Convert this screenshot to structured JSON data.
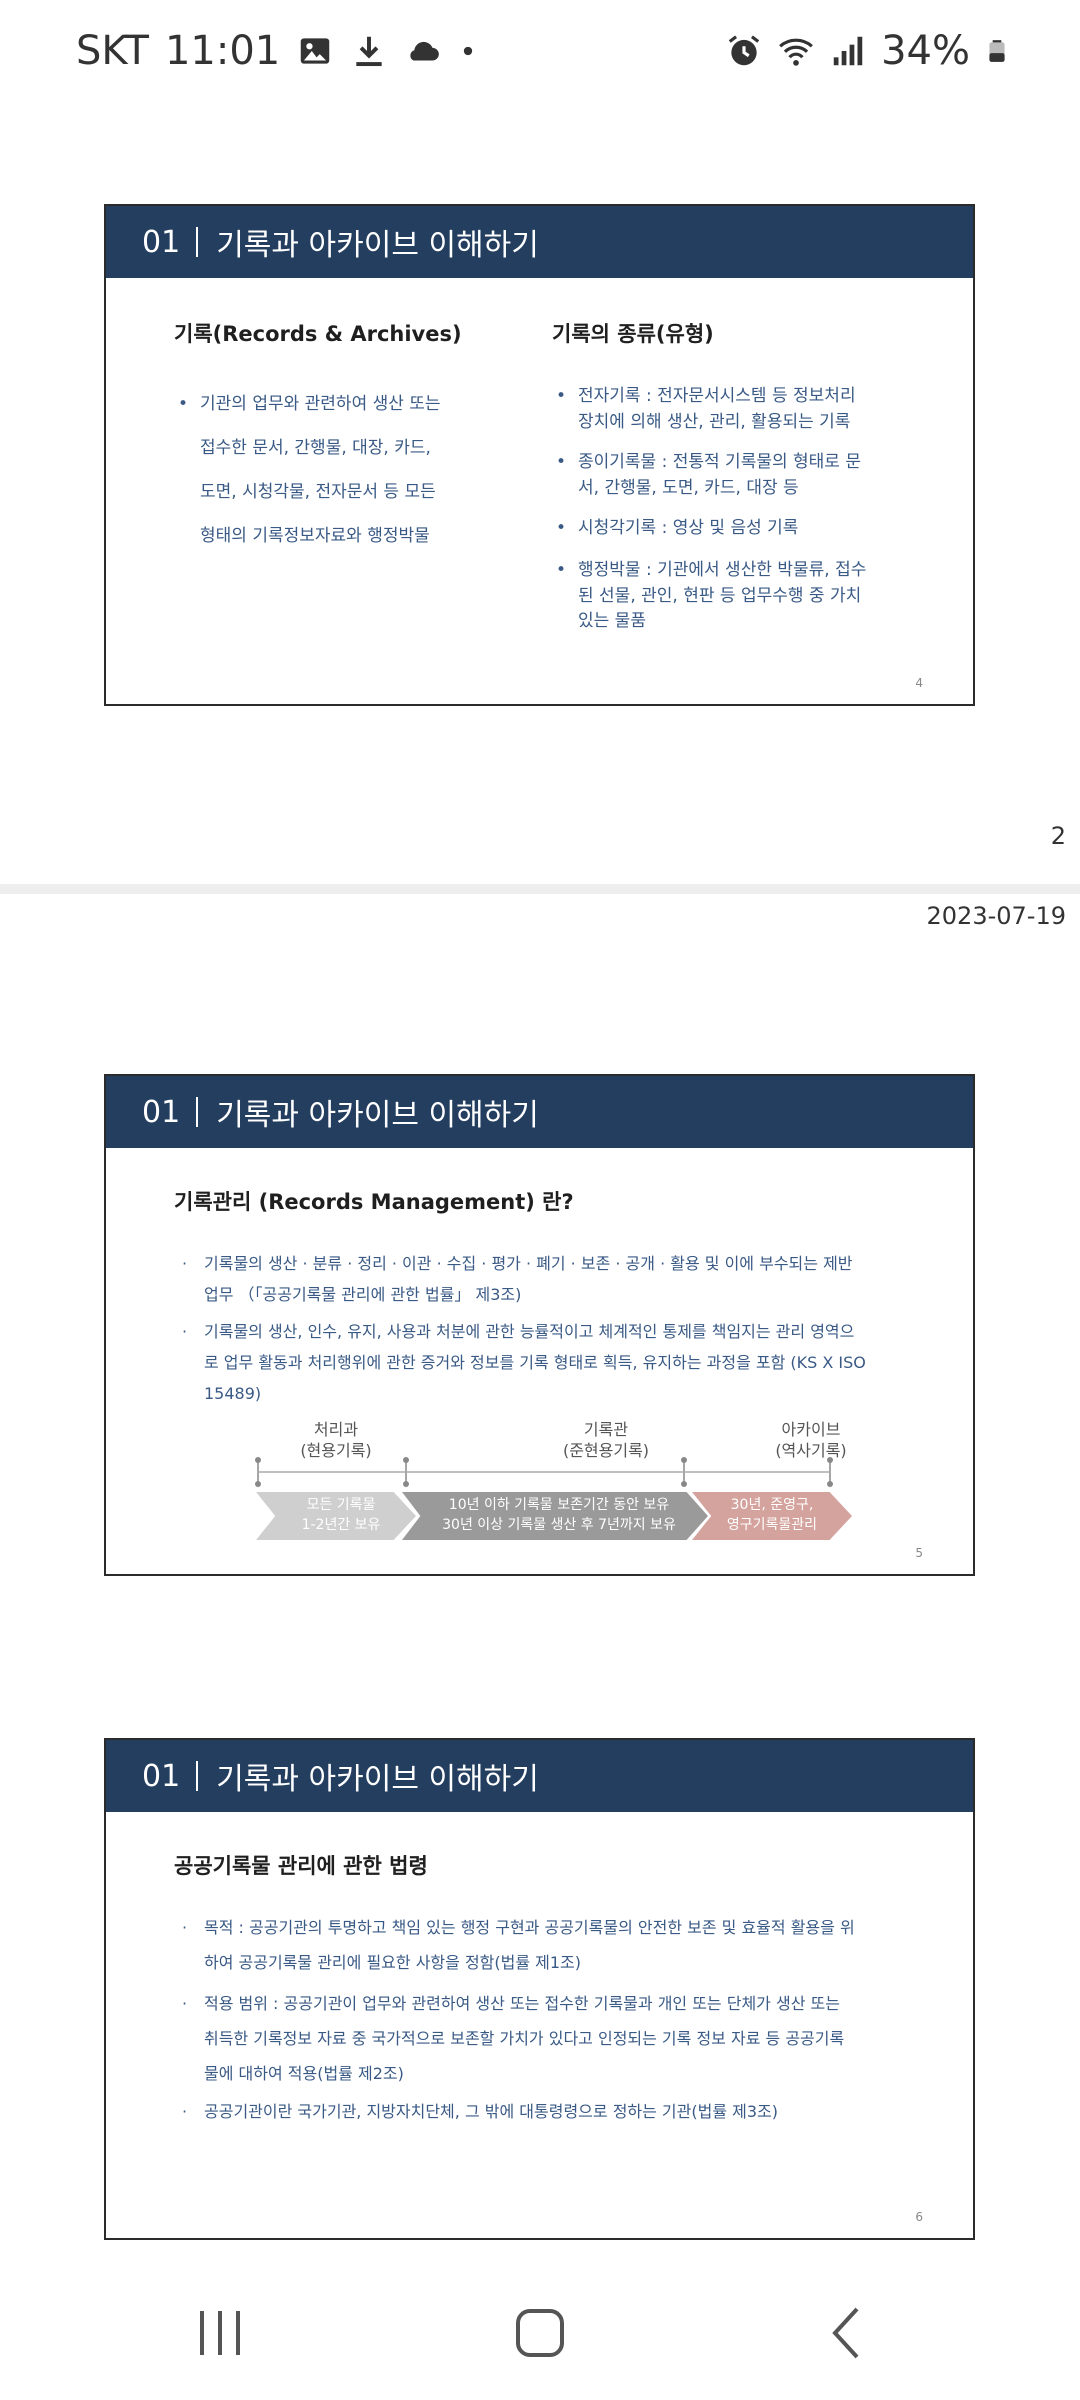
{
  "status_bar": {
    "carrier": "SKT",
    "time": "11:01",
    "battery": "34%",
    "icons_left": [
      "image-icon",
      "download-icon",
      "cloud-icon",
      "dot-icon"
    ],
    "icons_right": [
      "alarm-icon",
      "wifi-icon",
      "signal-icon",
      "battery-icon"
    ]
  },
  "page_number": "2",
  "page_date": "2023-07-19",
  "slides": [
    {
      "number": "01",
      "title": "기록과 아카이브 이해하기",
      "page": "4",
      "left_title": "기록(Records & Archives)",
      "left_bullets": [
        "기관의 업무와 관련하여 생산 또는",
        "접수한 문서, 간행물, 대장, 카드,",
        "도면, 시청각물, 전자문서 등 모든",
        "형태의 기록정보자료와 행정박물"
      ],
      "right_title": "기록의 종류(유형)",
      "right_bullets": [
        [
          "전자기록 : 전자문서시스템 등 정보처리",
          "장치에 의해 생산, 관리, 활용되는 기록"
        ],
        [
          "종이기록물 : 전통적 기록물의 형태로 문",
          "서, 간행물, 도면, 카드, 대장 등"
        ],
        [
          "시청각기록 : 영상 및 음성 기록"
        ],
        [
          "행정박물 : 기관에서 생산한 박물류, 접수",
          "된 선물, 관인, 현판 등 업무수행 중 가치",
          "있는 물품"
        ]
      ]
    },
    {
      "number": "01",
      "title": "기록과 아카이브 이해하기",
      "page": "5",
      "heading": "기록관리 (Records Management) 란?",
      "bullets": [
        [
          "기록물의 생산 · 분류 · 정리 · 이관 · 수집 · 평가 · 폐기 · 보존 · 공개 ·  활용 및 이에 부수되는 제반",
          "업무 （「공공기록물 관리에 관한 법률」 제3조)"
        ],
        [
          "기록물의 생산, 인수, 유지, 사용과 처분에 관한 능률적이고 체계적인 통제를 책임지는 관리 영역으",
          "로 업무 활동과 처리행위에 관한 증거와 정보를 기록 형태로 획득, 유지하는 과정을 포함 (KS X ISO",
          "15489)"
        ]
      ],
      "stages": [
        {
          "label1": "처리과",
          "label2": "(현용기록)"
        },
        {
          "label1": "기록관",
          "label2": "(준현용기록)"
        },
        {
          "label1": "아카이브",
          "label2": "(역사기록)"
        }
      ],
      "chevrons": [
        {
          "line1": "모든 기록물",
          "line2": "1-2년간 보유",
          "color": "#cfcfcf"
        },
        {
          "line1": "10년 이하 기록물 보존기간 동안 보유",
          "line2": "30년 이상 기록물 생산 후 7년까지 보유",
          "color": "#9a9a9a"
        },
        {
          "line1": "30년, 준영구,",
          "line2": "영구기록물관리",
          "color": "#d4a39d"
        }
      ]
    },
    {
      "number": "01",
      "title": "기록과 아카이브 이해하기",
      "page": "6",
      "heading": "공공기록물 관리에 관한 법령",
      "bullets": [
        [
          "목적 : 공공기관의 투명하고 책임 있는 행정 구현과 공공기록물의 안전한 보존 및 효율적 활용을 위",
          "하여 공공기록물 관리에 필요한 사항을 정함(법률 제1조)"
        ],
        [
          "적용 범위 : 공공기관이 업무와 관련하여 생산 또는 접수한 기록물과 개인 또는 단체가 생산 또는",
          "취득한 기록정보 자료 중 국가적으로 보존할 가치가 있다고 인정되는 기록 정보 자료 등 공공기록",
          "물에 대하여 적용(법률 제2조)"
        ],
        [
          "공공기관이란 국가기관, 지방자치단체, 그 밖에 대통령령으로 정하는 기관(법률 제3조)"
        ]
      ]
    }
  ],
  "nav_bar": {
    "buttons": [
      "recent-apps-icon",
      "home-icon",
      "back-icon"
    ]
  },
  "colors": {
    "header_bg": "#233e5f",
    "bullet_text": "#3a5a86"
  }
}
